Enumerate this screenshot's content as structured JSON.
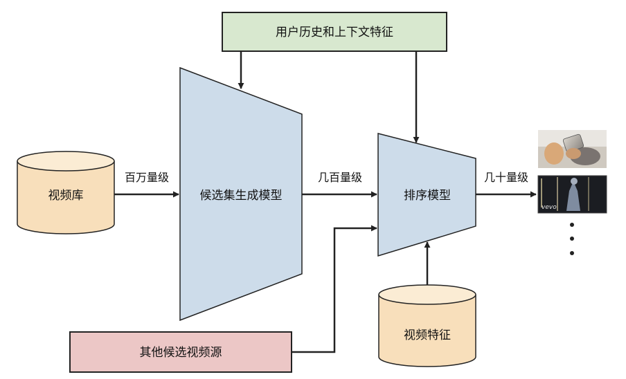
{
  "nodes": {
    "video_library": "视频库",
    "candidate_model": "候选集生成模型",
    "ranking_model": "排序模型",
    "user_history": "用户历史和上下文特征",
    "other_sources": "其他候选视频源",
    "video_features": "视频特征"
  },
  "edges": {
    "millions": "百万量级",
    "hundreds": "几百量级",
    "tens": "几十量级"
  },
  "thumbnails": {
    "vevo_text": "vevo"
  },
  "colors": {
    "cylinder_fill": "#f8dfbb",
    "cylinder_top": "#fbecd4",
    "trapezoid_fill": "#cddcea",
    "green_box": "#d8e8cf",
    "pink_box": "#ecc7c6",
    "stroke": "#222222"
  }
}
